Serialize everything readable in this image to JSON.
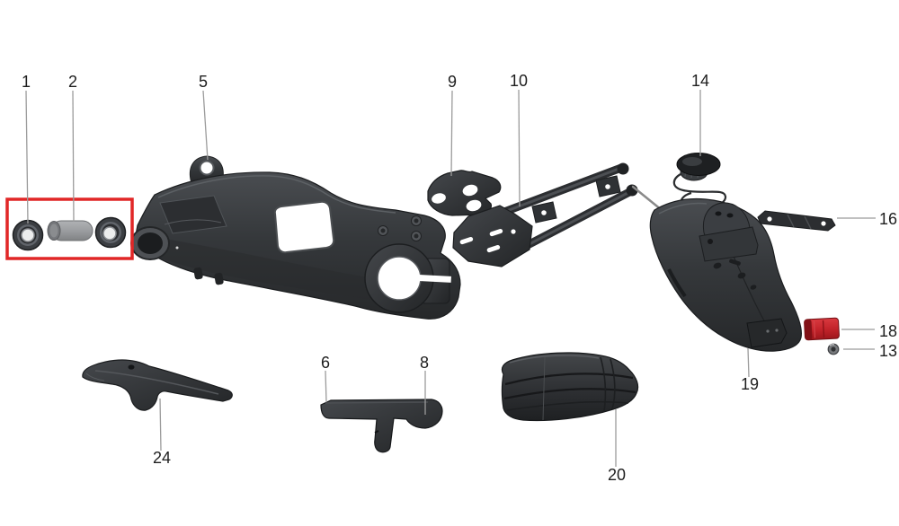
{
  "diagram": {
    "type": "exploded-parts-diagram",
    "background_color": "#ffffff",
    "leader_line_color": "#9b9b9b",
    "label_color": "#1e1e1e",
    "highlight_box_color": "#e12727",
    "reflector_color": "#c4242b",
    "part_dark_color": "#2e3134",
    "spacer_color": "#9b9da0",
    "callouts": [
      {
        "label": "1",
        "part": "bearing-left"
      },
      {
        "label": "2",
        "part": "spacer-tube"
      },
      {
        "label": "5",
        "part": "swingarm"
      },
      {
        "label": "9",
        "part": "mount-bracket-plate"
      },
      {
        "label": "10",
        "part": "rear-rack-frame"
      },
      {
        "label": "14",
        "part": "port-cap-with-lanyard"
      },
      {
        "label": "16",
        "part": "mount-strip"
      },
      {
        "label": "18",
        "part": "red-reflector"
      },
      {
        "label": "13",
        "part": "flange-nut"
      },
      {
        "label": "19",
        "part": "rear-fender"
      },
      {
        "label": "24",
        "part": "chain-cover"
      },
      {
        "label": "6",
        "part": "chain-guide-left"
      },
      {
        "label": "8",
        "part": "chain-guide-right"
      },
      {
        "label": "20",
        "part": "seat-pad"
      }
    ]
  }
}
